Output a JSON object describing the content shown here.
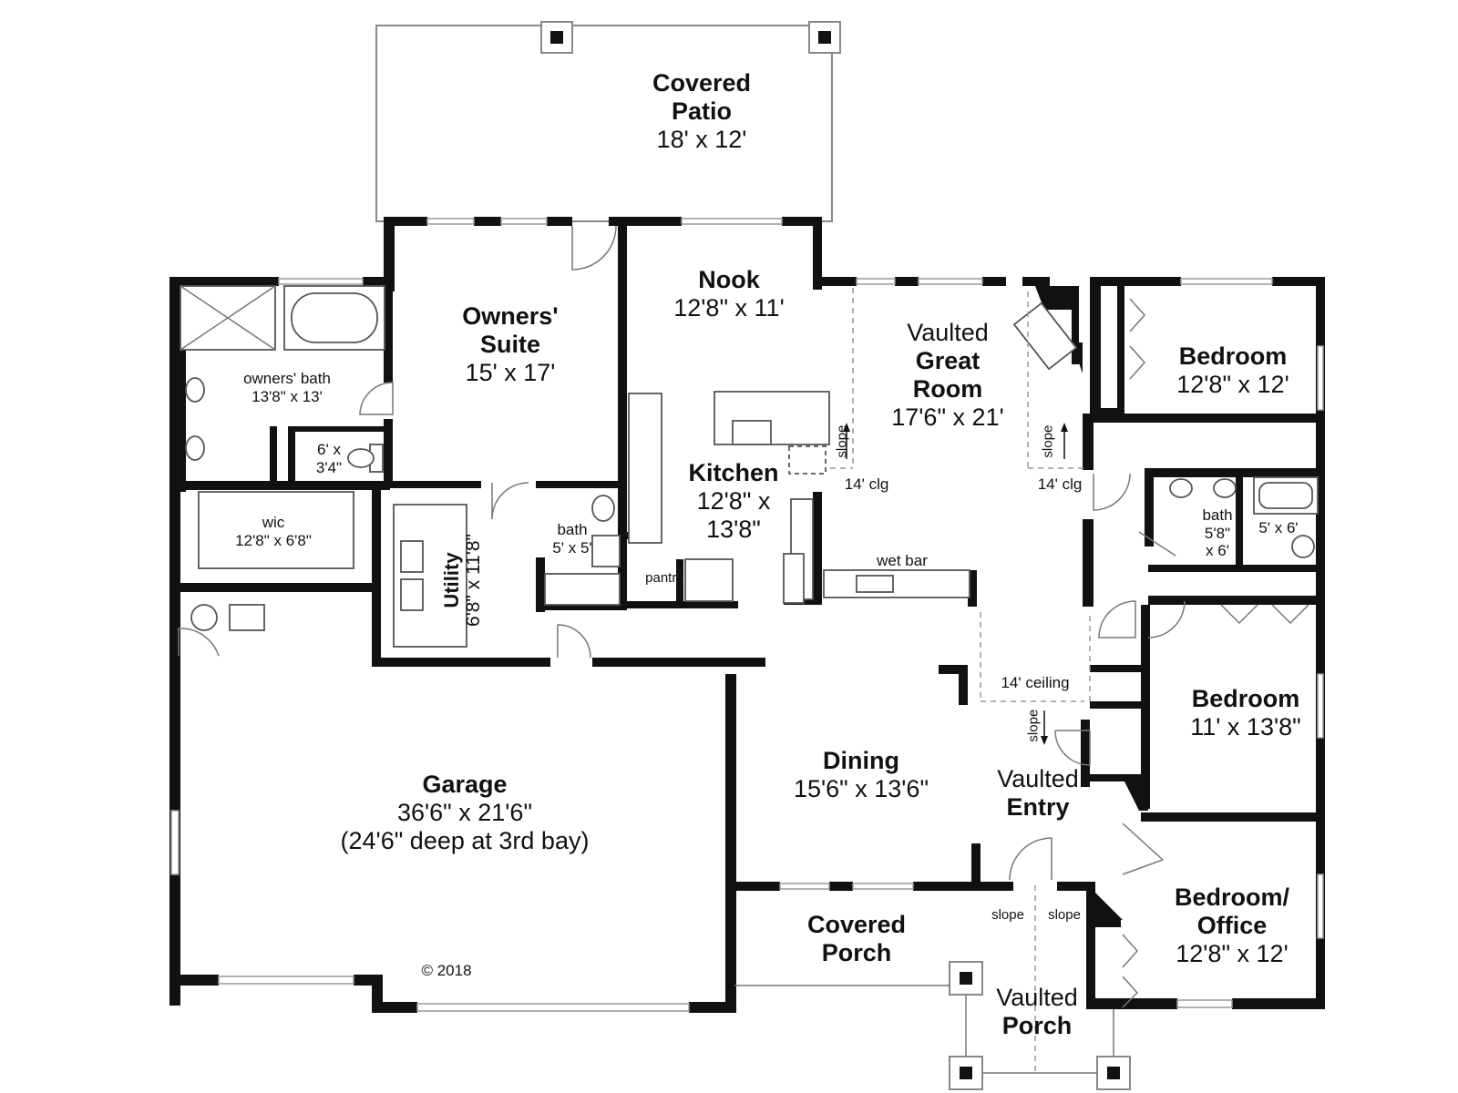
{
  "rooms": {
    "covered_patio": {
      "name_1": "Covered",
      "name_2": "Patio",
      "size": "18' x 12'"
    },
    "owners_suite": {
      "name_1": "Owners'",
      "name_2": "Suite",
      "size": "15' x 17'"
    },
    "owners_bath": {
      "name": "owners' bath",
      "size": "13'8\" x 13'"
    },
    "toilet_room": {
      "size_1": "6' x",
      "size_2": "3'4\""
    },
    "wic": {
      "name": "wic",
      "size": "12'8\" x 6'8\""
    },
    "utility": {
      "name": "Utility",
      "size": "6'8\" x 11'8\""
    },
    "hall_bath_small": {
      "name": "bath",
      "size": "5' x 5'"
    },
    "nook": {
      "name": "Nook",
      "size": "12'8\" x 11'"
    },
    "kitchen": {
      "name": "Kitchen",
      "size_1": "12'8\" x",
      "size_2": "13'8\""
    },
    "pantry": {
      "name": "pantry"
    },
    "great_room": {
      "name_1": "Vaulted",
      "name_2": "Great",
      "name_3": "Room",
      "size": "17'6\" x 21'"
    },
    "bedroom_1": {
      "name": "Bedroom",
      "size": "12'8\" x 12'"
    },
    "bath_2": {
      "name": "bath",
      "size_1": "5'8\"",
      "size_2": "x 6'",
      "tub_size": "5' x 6'"
    },
    "bedroom_2": {
      "name": "Bedroom",
      "size": "11' x 13'8\""
    },
    "dining": {
      "name": "Dining",
      "size": "15'6\" x 13'6\""
    },
    "entry": {
      "name_1": "Vaulted",
      "name_2": "Entry"
    },
    "bedroom_office": {
      "name_1": "Bedroom/",
      "name_2": "Office",
      "size": "12'8\" x 12'"
    },
    "garage": {
      "name": "Garage",
      "size": "36'6\" x 21'6\"",
      "note": "(24'6\" deep at 3rd bay)"
    },
    "covered_porch": {
      "name_1": "Covered",
      "name_2": "Porch"
    },
    "vaulted_porch": {
      "name_1": "Vaulted",
      "name_2": "Porch"
    }
  },
  "annotations": {
    "clg_left": "14' clg",
    "clg_right": "14' clg",
    "ceiling": "14' ceiling",
    "wet_bar": "wet bar",
    "slope": "slope",
    "copyright": "© 2018"
  },
  "colors": {
    "wall": "#111111",
    "window": "#999999",
    "background": "#ffffff"
  }
}
